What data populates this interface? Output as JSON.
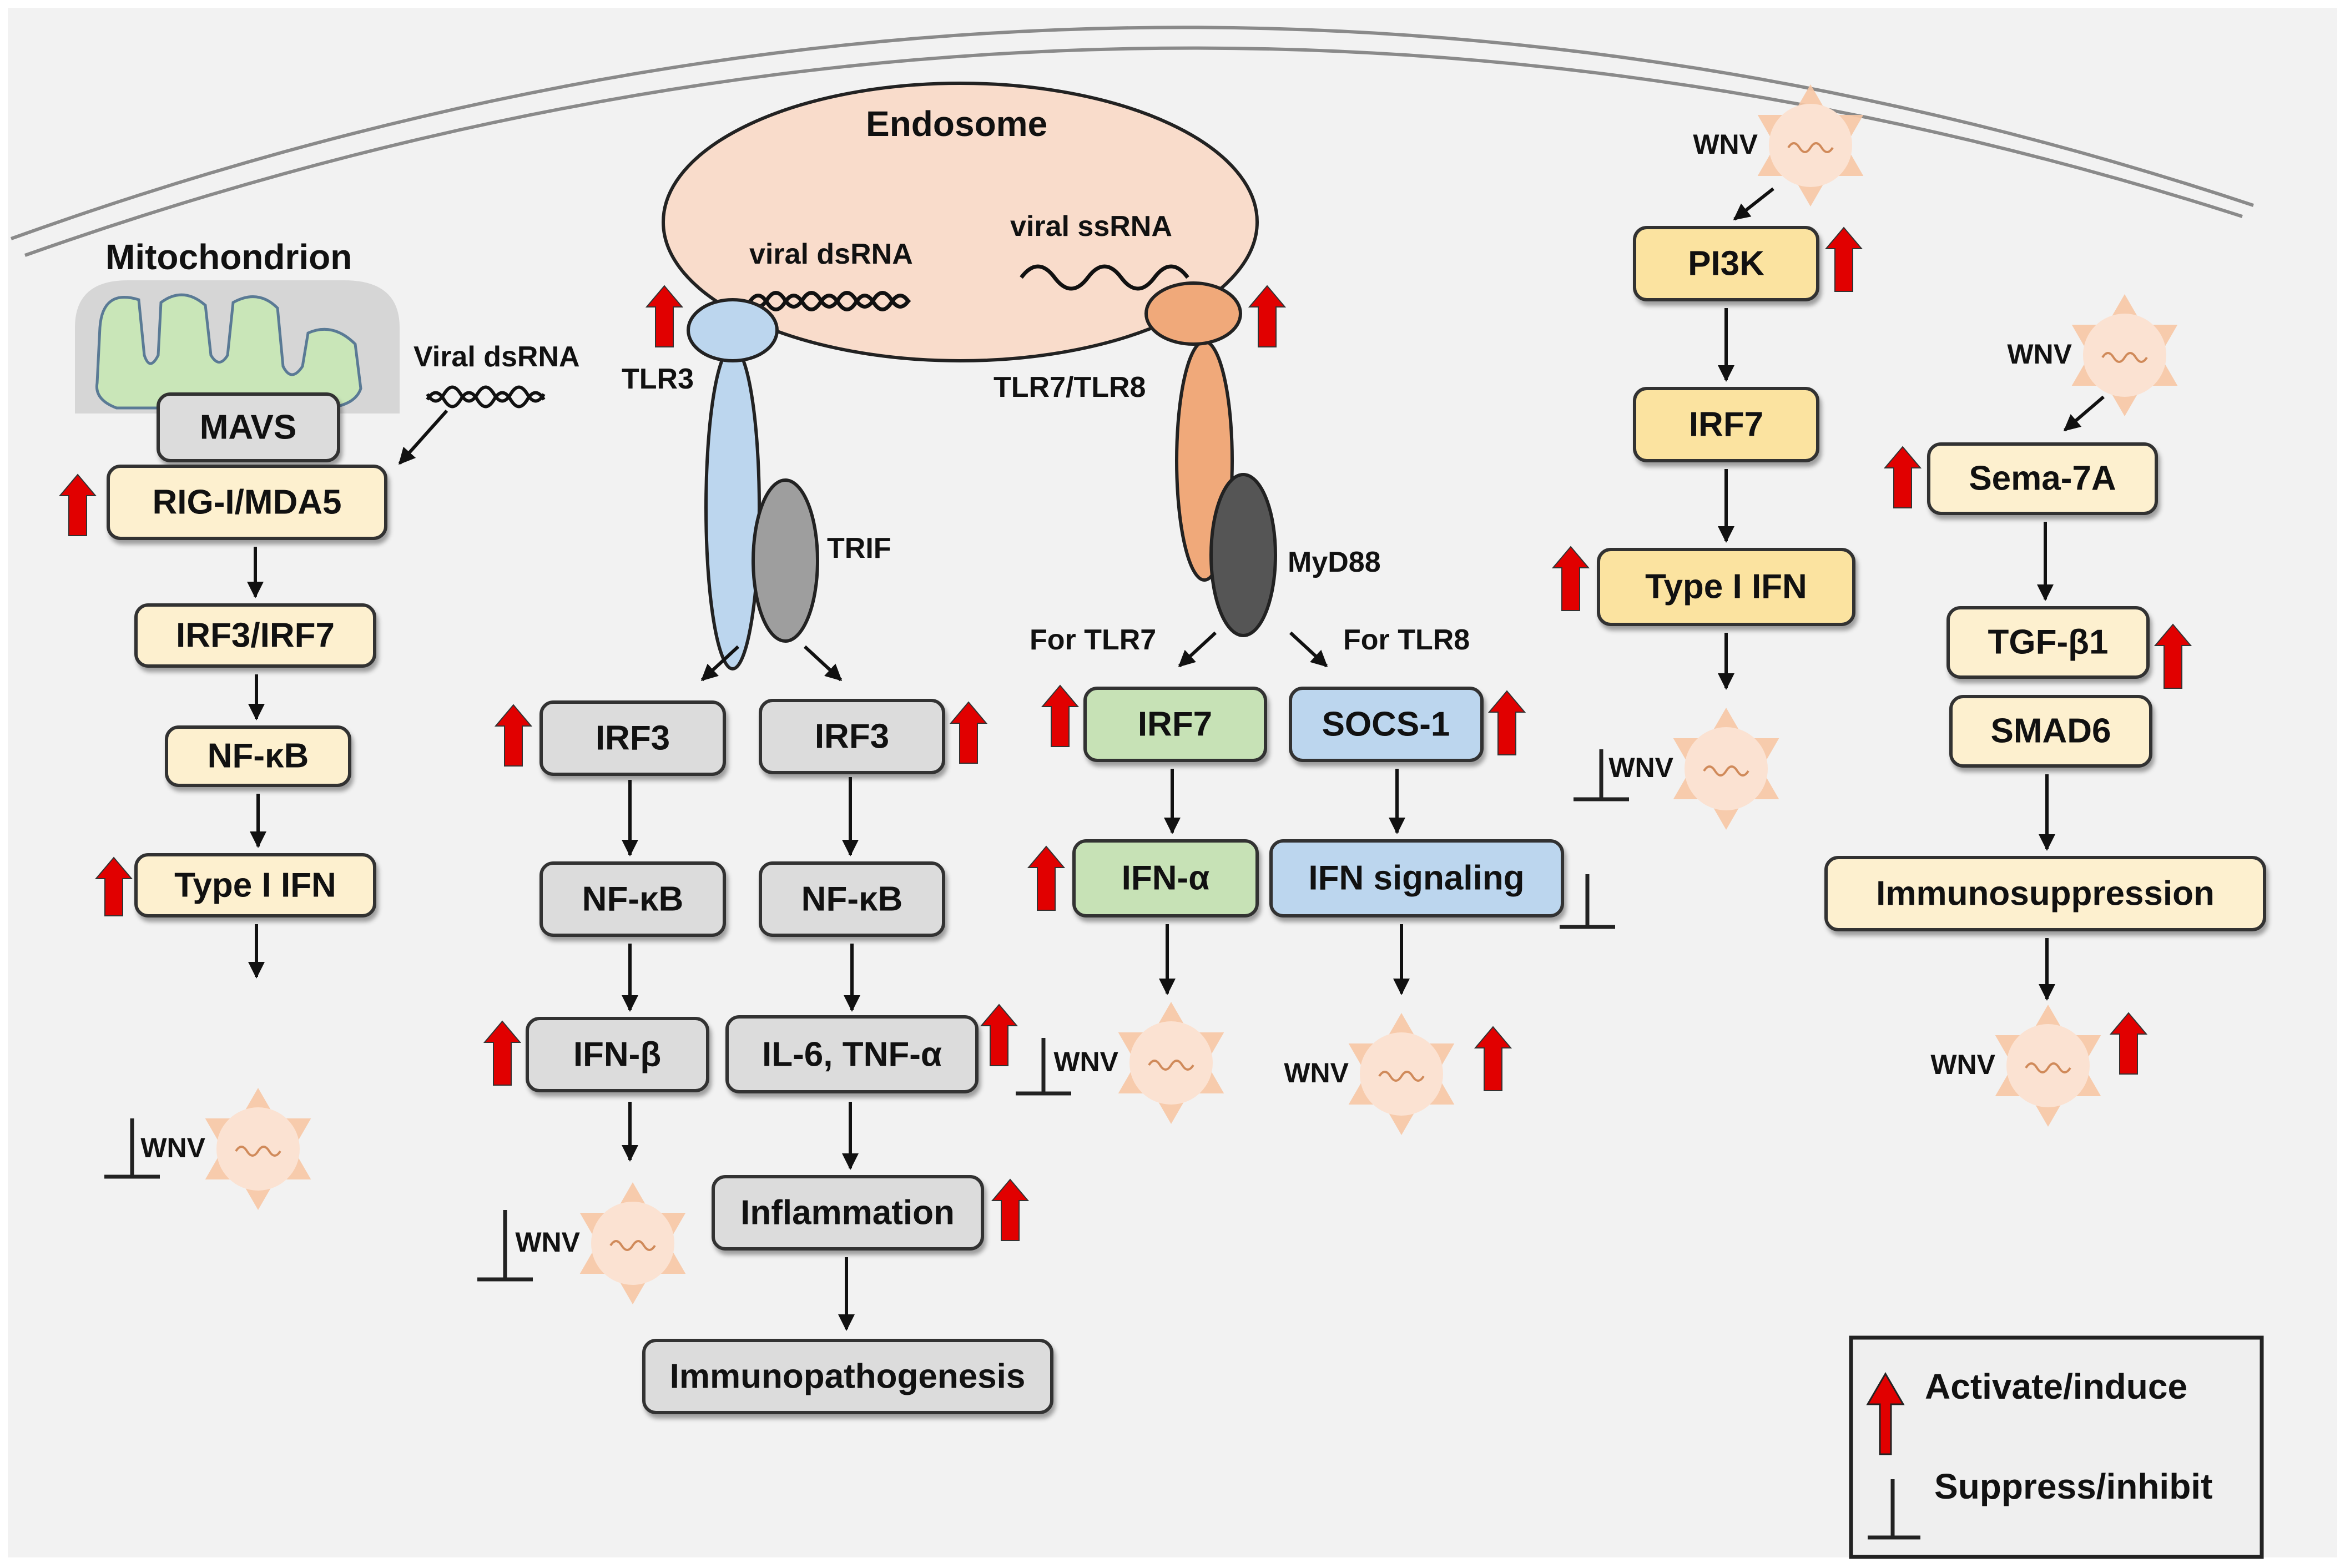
{
  "diagram": {
    "title": "WNV innate immune signaling pathways",
    "colors": {
      "background": "#f2f2f2",
      "membrane": "#8a8a8a",
      "endosome_fill": "#f9dccb",
      "tlr3_fill": "#bcd6ee",
      "trif_fill": "#9e9e9e",
      "tlr78_fill": "#f0a97a",
      "myd88_fill": "#555555",
      "mito_outer": "#d6d6d6",
      "mito_inner": "#c9e6b8",
      "node_cream": "#fdf0cf",
      "node_gray": "#dcdcdc",
      "node_green": "#c7e2b6",
      "node_blue": "#bcd6ee",
      "node_yellow": "#fbe3a0",
      "activate_arrow": "#e10000",
      "virus": "#f7c6a4"
    },
    "compartments": {
      "endosome": "Endosome",
      "mitochondrion": "Mitochondrion"
    },
    "labels": {
      "viral_dsrna_endo": "viral dsRNA",
      "viral_ssrna": "viral ssRNA",
      "viral_dsrna_cyto": "Viral dsRNA",
      "tlr3": "TLR3",
      "tlr78": "TLR7/TLR8",
      "trif": "TRIF",
      "myd88": "MyD88",
      "for_tlr7": "For TLR7",
      "for_tlr8": "For TLR8",
      "wnv": "WNV"
    },
    "nodes": {
      "mavs": "MAVS",
      "rig_mda5": "RIG-I/MDA5",
      "irf3_irf7": "IRF3/IRF7",
      "nfkb_left": "NF-κB",
      "type1_left": "Type I IFN",
      "irf3_a": "IRF3",
      "irf3_b": "IRF3",
      "nfkb_a": "NF-κB",
      "nfkb_b": "NF-κB",
      "ifnb": "IFN-β",
      "il6_tnfa": "IL-6, TNF-α",
      "inflammation": "Inflammation",
      "immunopathogenesis": "Immunopathogenesis",
      "irf7_green": "IRF7",
      "socs1": "SOCS-1",
      "ifna": "IFN-α",
      "ifn_signaling": "IFN signaling",
      "pi3k": "PI3K",
      "irf7_yellow": "IRF7",
      "type1_right": "Type I IFN",
      "sema7a": "Sema-7A",
      "tgfb1": "TGF-β1",
      "smad6": "SMAD6",
      "immunosuppression": "Immunosuppression"
    },
    "legend": {
      "activate": "Activate/induce",
      "suppress": "Suppress/inhibit"
    }
  }
}
